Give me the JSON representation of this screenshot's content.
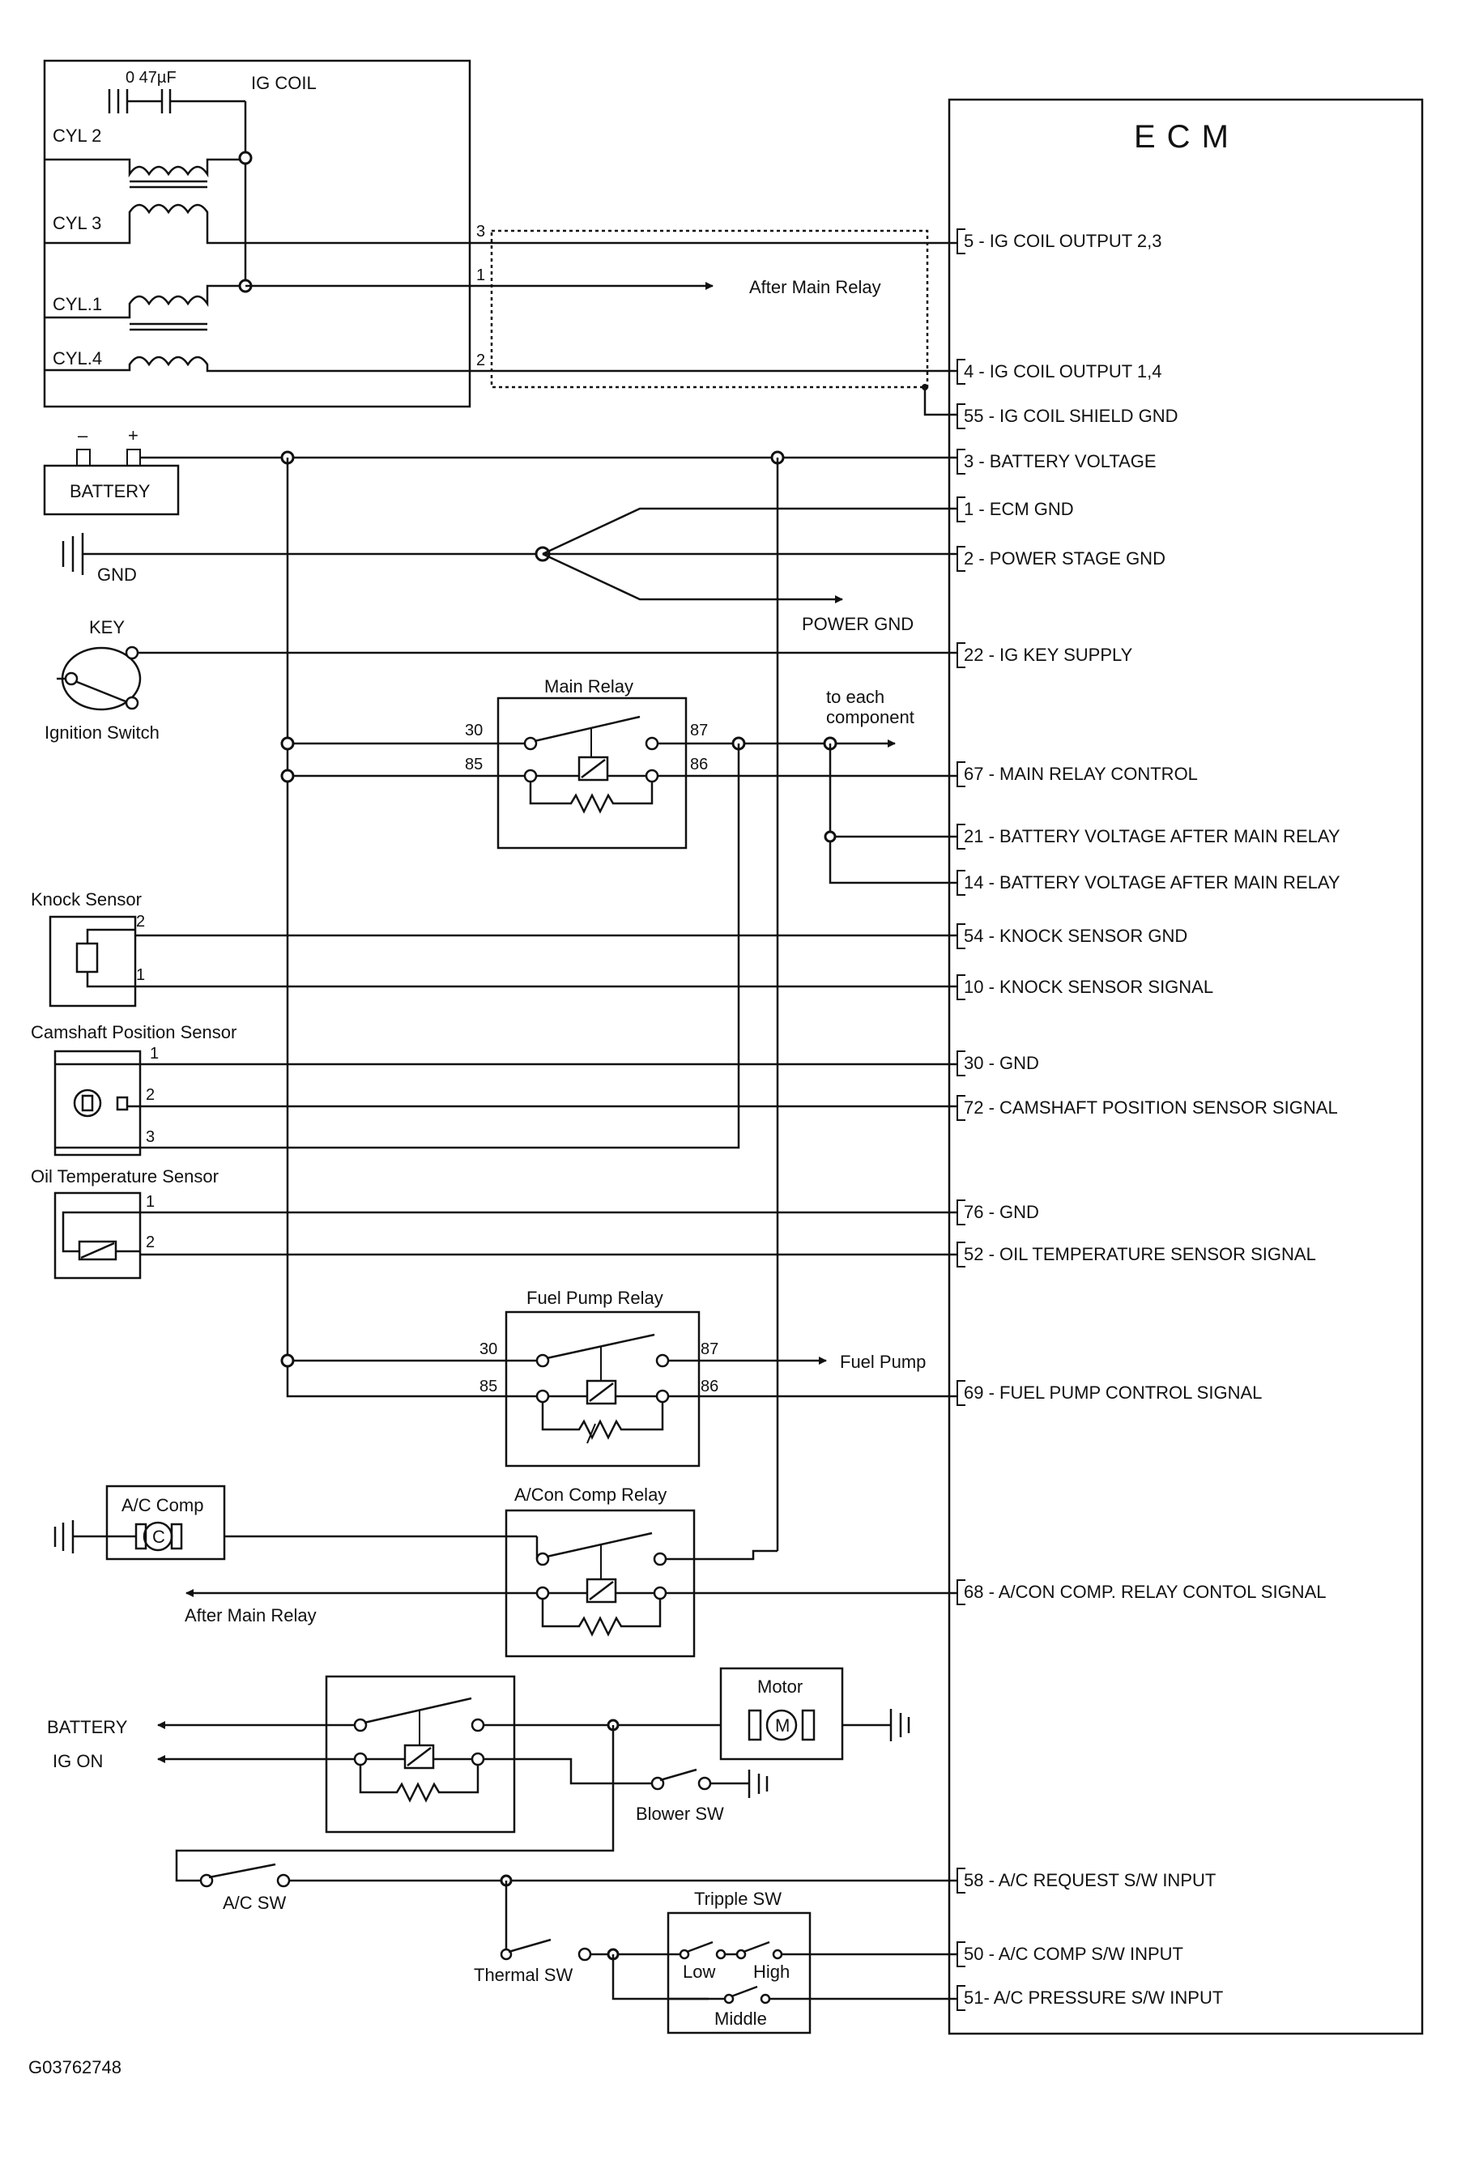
{
  "ecm": {
    "title": "ECM",
    "pins": [
      {
        "id": "p5",
        "label": "5 - IG COIL OUTPUT 2,3"
      },
      {
        "id": "p4",
        "label": "4 - IG COIL OUTPUT 1,4"
      },
      {
        "id": "p55",
        "label": "55 - IG COIL SHIELD GND"
      },
      {
        "id": "p3",
        "label": "3 - BATTERY VOLTAGE"
      },
      {
        "id": "p1",
        "label": "1 - ECM GND"
      },
      {
        "id": "p2",
        "label": "2 - POWER STAGE GND"
      },
      {
        "id": "p22",
        "label": "22 - IG KEY SUPPLY"
      },
      {
        "id": "p67",
        "label": "67 - MAIN RELAY CONTROL"
      },
      {
        "id": "p21",
        "label": "21 - BATTERY VOLTAGE AFTER MAIN RELAY"
      },
      {
        "id": "p14",
        "label": "14 - BATTERY VOLTAGE AFTER MAIN RELAY"
      },
      {
        "id": "p54",
        "label": "54 - KNOCK SENSOR GND"
      },
      {
        "id": "p10",
        "label": "10 - KNOCK SENSOR SIGNAL"
      },
      {
        "id": "p30",
        "label": "30 - GND"
      },
      {
        "id": "p72",
        "label": "72 - CAMSHAFT POSITION SENSOR SIGNAL"
      },
      {
        "id": "p76",
        "label": "76 - GND"
      },
      {
        "id": "p52",
        "label": "52 - OIL TEMPERATURE SENSOR SIGNAL"
      },
      {
        "id": "p69",
        "label": "69 - FUEL PUMP CONTROL SIGNAL"
      },
      {
        "id": "p68",
        "label": "68 - A/CON COMP. RELAY  CONTOL SIGNAL"
      },
      {
        "id": "p58",
        "label": "58 - A/C REQUEST S/W INPUT"
      },
      {
        "id": "p50",
        "label": "50 - A/C COMP  S/W INPUT"
      },
      {
        "id": "p51",
        "label": "51- A/C PRESSURE S/W INPUT"
      }
    ]
  },
  "coil": {
    "capacitor": "0 47µF",
    "title": "IG COIL",
    "cyl2": "CYL 2",
    "cyl3": "CYL 3",
    "cyl1": "CYL.1",
    "cyl4": "CYL.4",
    "t3": "3",
    "t1": "1",
    "t2": "2",
    "after_main_relay": "After Main Relay"
  },
  "power": {
    "battery": "BATTERY",
    "minus": "–",
    "plus": "+",
    "gnd": "GND",
    "power_gnd": "POWER GND",
    "key": "KEY",
    "ignition_switch": "Ignition Switch"
  },
  "main_relay": {
    "title": "Main Relay",
    "t30": "30",
    "t85": "85",
    "t87": "87",
    "t86": "86",
    "to_each_line1": "to each",
    "to_each_line2": "component"
  },
  "knock": {
    "title": "Knock Sensor",
    "t2": "2",
    "t1": "1"
  },
  "cam": {
    "title": "Camshaft Position Sensor",
    "t1": "1",
    "t2": "2",
    "t3": "3"
  },
  "oil": {
    "title": "Oil Temperature Sensor",
    "t1": "1",
    "t2": "2"
  },
  "fuel_relay": {
    "title": "Fuel Pump Relay",
    "t30": "30",
    "t85": "85",
    "t87": "87",
    "t86": "86",
    "fuel_pump": "Fuel Pump"
  },
  "ac_relay": {
    "title": "A/Con Comp  Relay"
  },
  "ac_comp": {
    "title": "A/C Comp",
    "motor_letter": "C",
    "after_main_relay": "After Main Relay"
  },
  "blower": {
    "motor": "Motor",
    "motor_letter": "M",
    "battery": "BATTERY",
    "ig_on": "IG ON",
    "blower_sw": "Blower SW"
  },
  "ac_switches": {
    "ac_sw": "A/C SW",
    "thermal_sw": "Thermal SW",
    "tripple_sw": "Tripple SW",
    "low": "Low",
    "high": "High",
    "middle": "Middle"
  },
  "footer": {
    "code": "G03762748"
  }
}
